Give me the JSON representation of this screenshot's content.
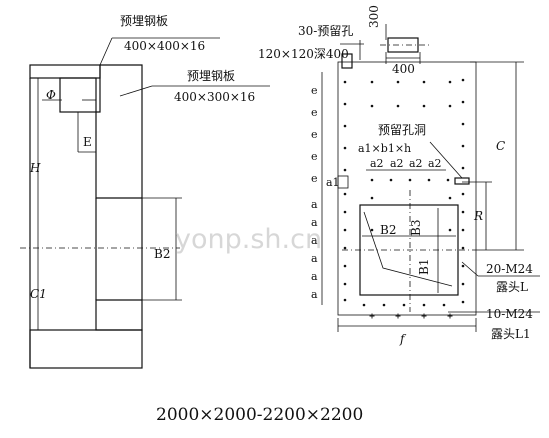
{
  "labels": {
    "embed_plate_1_title": "预埋钢板",
    "embed_plate_1_size": "400×400×16",
    "embed_plate_2_title": "预埋钢板",
    "embed_plate_2_size": "400×300×16",
    "reserved_hole_title": "30-预留孔",
    "reserved_hole_size": "120×120深400",
    "dim_300": "300",
    "dim_400": "400",
    "hole_title": "预留孔洞",
    "hole_formula": "a1×b1×h",
    "a2": "a2",
    "a1": "a1",
    "a": "a",
    "e": "e",
    "C": "C",
    "R": "R",
    "B1": "B1",
    "B2": "B2",
    "B2_vertical": "B2",
    "B3": "B3",
    "H": "H",
    "C1": "C1",
    "E": "E",
    "phi": "Φ",
    "f": "f",
    "bolt_1": "20-M24",
    "bolt_1_note": "露头L",
    "bolt_2": "10-M24",
    "bolt_2_note": "露头L1",
    "caption": "2000×2000-2200×2200",
    "watermark": "yonp.sh.cn"
  }
}
